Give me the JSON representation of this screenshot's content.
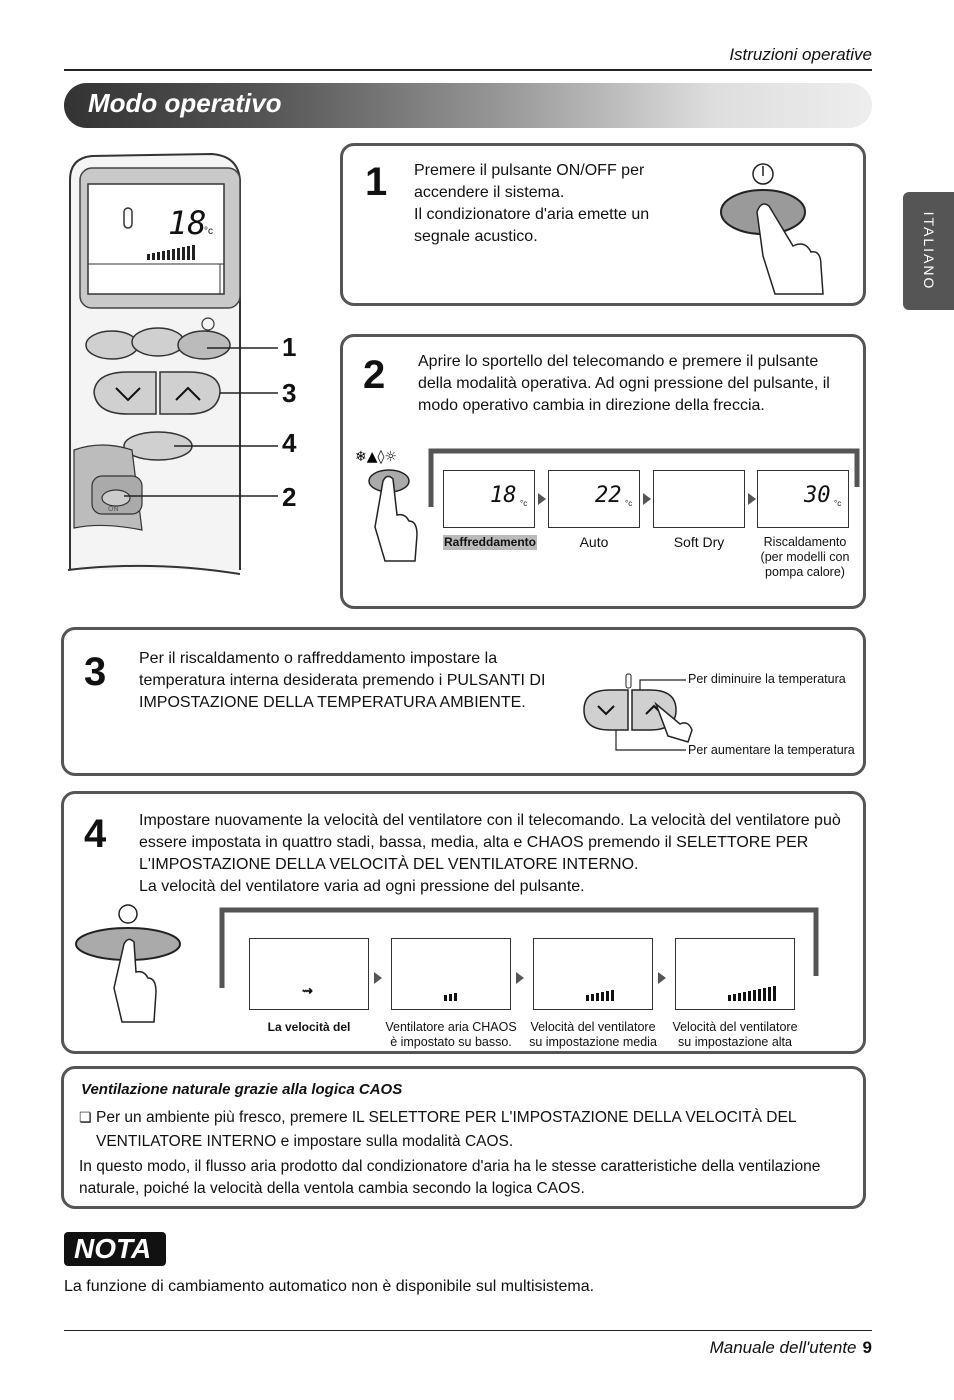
{
  "header": {
    "section": "Istruzioni operative"
  },
  "banner": {
    "title": "Modo operativo"
  },
  "side_tab": {
    "label": "ITALIANO"
  },
  "remote": {
    "display_temp": "18",
    "unit": "°c",
    "callouts": [
      "1",
      "3",
      "4",
      "2"
    ],
    "mode_button_sublabel": "ON"
  },
  "step1": {
    "number": "1",
    "text": "Premere il pulsante ON/OFF per accendere il sistema.\nIl condizionatore d'aria emette un segnale acustico."
  },
  "step2": {
    "number": "2",
    "text": "Aprire lo sportello del telecomando e premere il pulsante della modalità operativa. Ad ogni pressione del pulsante, il modo operativo cambia in direzione della freccia.",
    "modes": [
      {
        "label": "Raffreddamento",
        "temp": "18",
        "unit": "°c"
      },
      {
        "label": "Auto",
        "temp": "22",
        "unit": "°c"
      },
      {
        "label": "Soft Dry",
        "temp": "",
        "unit": ""
      },
      {
        "label": "Riscaldamento\n(per modelli con\npompa calore)",
        "temp": "30",
        "unit": "°c"
      }
    ]
  },
  "step3": {
    "number": "3",
    "text": "Per il riscaldamento o raffreddamento impostare la temperatura interna desiderata premendo i PULSANTI DI IMPOSTAZIONE DELLA TEMPERATURA AMBIENTE.",
    "label_down": "Per diminuire la temperatura",
    "label_up": "Per aumentare la temperatura"
  },
  "step4": {
    "number": "4",
    "text": "Impostare nuovamente la velocità del ventilatore con il telecomando. La velocità del ventilatore può essere impostata in quattro stadi, bassa, media, alta e CHAOS premendo il SELETTORE PER L'IMPOSTAZIONE DELLA VELOCITÀ DEL VENTILATORE INTERNO.\nLa velocità del ventilatore varia ad ogni pressione del pulsante.",
    "speeds": [
      {
        "label": "La velocità del",
        "bars": "chaos"
      },
      {
        "label": "Ventilatore aria CHAOS\nè impostato su basso.",
        "bars": "low"
      },
      {
        "label": "Velocità del ventilatore\nsu impostazione media",
        "bars": "mid"
      },
      {
        "label": "Velocità del ventilatore\nsu impostazione alta",
        "bars": "high"
      }
    ]
  },
  "chaos": {
    "title": "Ventilazione naturale grazie alla logica CAOS",
    "bullet": "Per un ambiente più fresco, premere IL SELETTORE PER L'IMPOSTAZIONE DELLA VELOCITÀ DEL VENTILATORE INTERNO e impostare sulla modalità CAOS.",
    "body": "In questo modo, il flusso aria prodotto dal condizionatore d'aria ha le stesse caratteristiche della ventilazione naturale, poiché  la velocità della ventola cambia secondo la logica CAOS."
  },
  "nota": {
    "badge": "NOTA",
    "text": "La funzione di cambiamento automatico non è disponibile sul multisistema."
  },
  "footer": {
    "label": "Manuale dell'utente",
    "page": "9"
  }
}
